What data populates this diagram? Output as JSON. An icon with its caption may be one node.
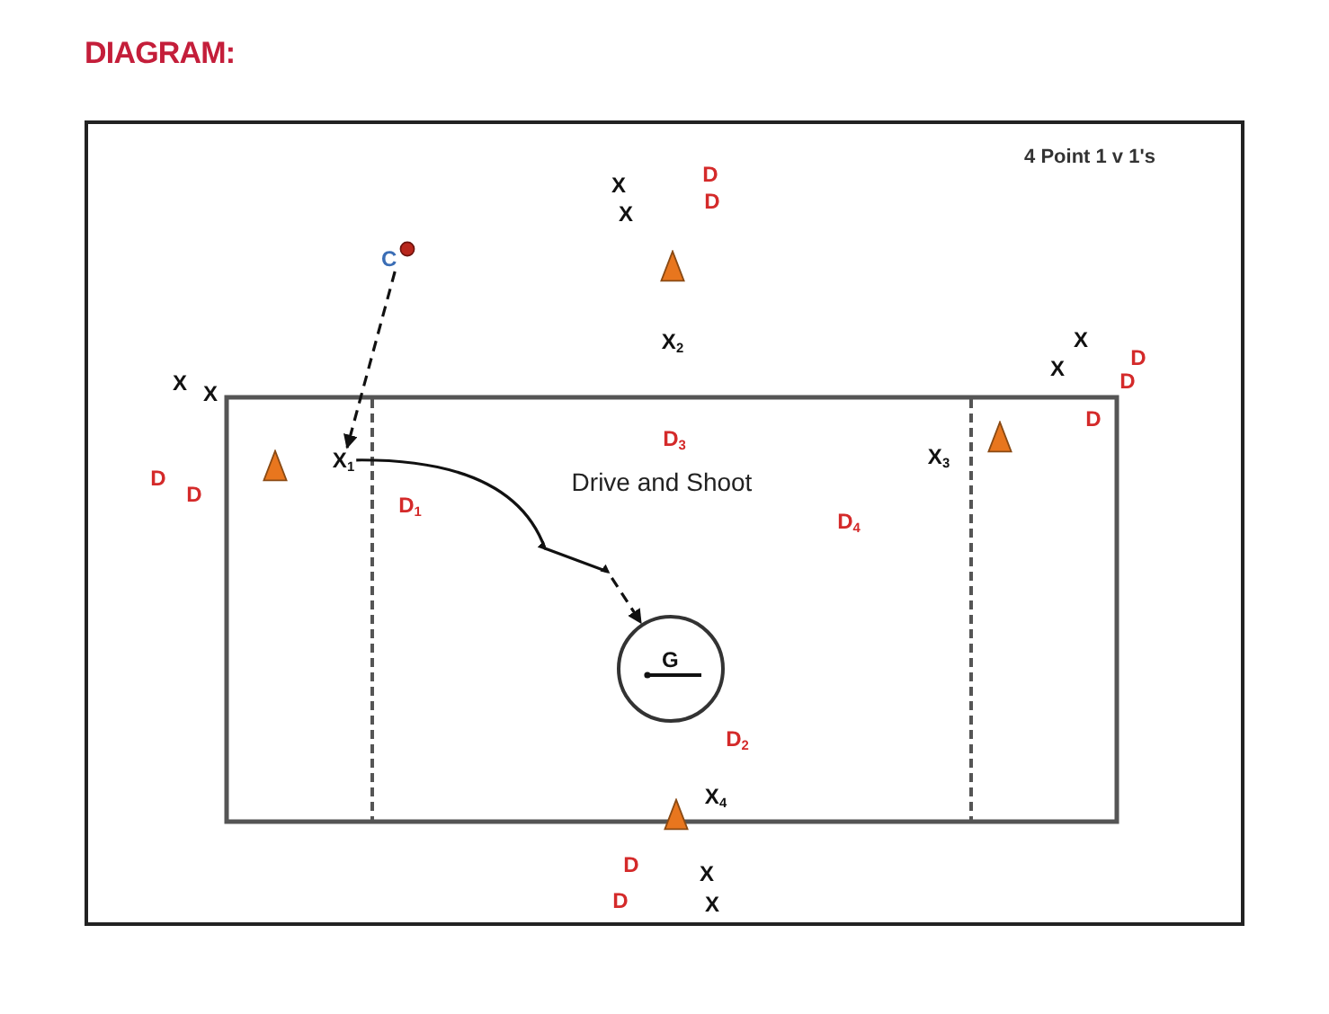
{
  "diagram": {
    "title": "DIAGRAM:",
    "nodes": [
      {
        "text": [
          "C"
        ]
      },
      {
        "text": [
          "X$_{1}$"
        ]
      },
      {
        "text": [
          "G"
        ]
      }
    ],
    "edges": [
      {
        "from": 0,
        "to": 1,
        "arrow": "to",
        "style": "dashed"
      },
      {
        "from": 1,
        "to": 2,
        "arrow": "to"
      }
    ],
    "labels": [
      "4 Point 1 v 1's",
      "X",
      "D",
      "X",
      "D",
      "X$_{2}$",
      "X",
      "X",
      "D",
      "X",
      "X",
      "D",
      "D",
      "D$_{3}$",
      "X$_{3}$",
      "D",
      "D",
      "Drive and Shoot",
      "D$_{1}$",
      "D$_{4}$",
      "D$_{2}$",
      "X$_{4}$",
      "D",
      "X",
      "D",
      "X"
    ]
  }
}
